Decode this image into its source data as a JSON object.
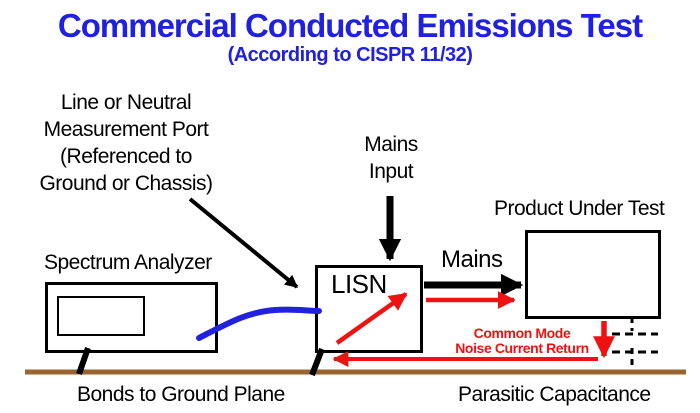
{
  "title": "Commercial Conducted Emissions Test",
  "subtitle": "(According to CISPR 11/32)",
  "colors": {
    "heading_blue": "#2020E0",
    "noise_red": "#EE1212",
    "cable_blue": "#2222DD",
    "ground_brown": "#9A6431",
    "line_black": "#000000"
  },
  "labels": {
    "measurement_port": {
      "line1": "Line or Neutral",
      "line2": "Measurement Port",
      "line3": "(Referenced to",
      "line4": "Ground or Chassis)"
    },
    "mains_input": {
      "line1": "Mains",
      "line2": "Input"
    },
    "product_under_test": "Product Under Test",
    "spectrum_analyzer": "Spectrum Analyzer",
    "mains": "Mains",
    "lisn": "LISN",
    "common_mode": {
      "line1": "Common Mode",
      "line2": "Noise Current Return"
    },
    "bonds_to_ground_plane": "Bonds to Ground Plane",
    "parasitic_capacitance": "Parasitic Capacitance"
  }
}
